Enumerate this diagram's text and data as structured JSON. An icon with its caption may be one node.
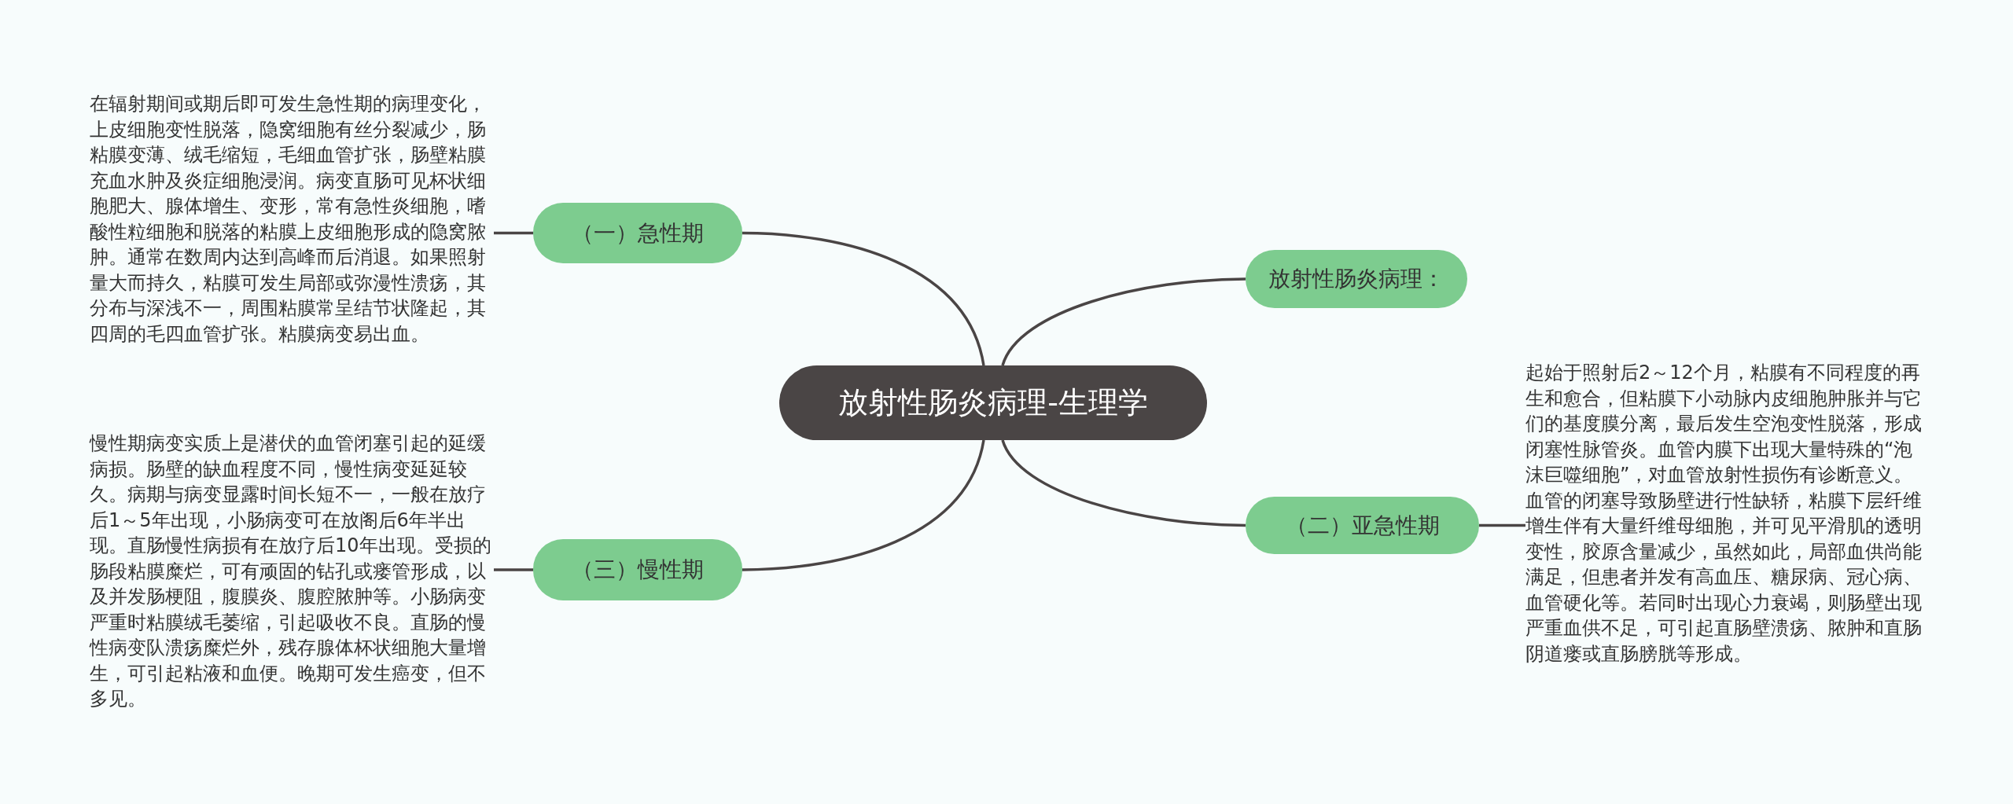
{
  "diagram": {
    "nodes": [
      {
        "text": [
          "放射性肠炎病理-生理学"
        ]
      },
      {
        "text": [
          "（一）急性期"
        ]
      },
      {
        "text": [
          "在辐射期间或期后即可发生急性期的病理变化，上皮细胞变性脱落，隐窝细胞有丝分裂减少，肠粘膜变薄、绒毛缩短，毛细血管扩张，肠壁粘膜充血水肿及炎症细胞浸润。病变直肠可见杯状细胞肥大、腺体增生、变形，常有急性炎细胞，嗜酸性粒细胞和脱落的粘膜上皮细胞形成的隐窝脓肿。通常在数周内达到高峰而后消退。如果照射量大而持久，粘膜可发生局部或弥漫性溃疡，其分布与深浅不一，周围粘膜常呈结节状隆起，其四周的毛四血管扩张。粘膜病变易出血。"
        ]
      },
      {
        "text": [
          "放射性肠炎病理："
        ]
      },
      {
        "text": [
          "（二）亚急性期"
        ]
      },
      {
        "text": [
          "起始于照射后2～12个月，粘膜有不同程度的再生和愈合，但粘膜下小动脉内皮细胞肿胀并与它们的基度膜分离，最后发生空泡变性脱落，形成闭塞性脉管炎。血管内膜下出现大量特殊的“泡沫巨噬细胞”，对血管放射性损伤有诊断意义。血管的闭塞导致肠壁进行性缺轿，粘膜下层纤维增生伴有大量纤维母细胞，并可见平滑肌的透明变性，胶原含量减少，虽然如此，局部血供尚能满足，但患者并发有高血压、糖尿病、冠心病、血管硬化等。若同时出现心力衰竭，则肠壁出现严重血供不足，可引起直肠壁溃疡、脓肿和直肠阴道瘘或直肠膀胱等形成。"
        ]
      },
      {
        "text": [
          "（三）慢性期"
        ]
      },
      {
        "text": [
          "慢性期病变实质上是潜伏的血管闭塞引起的延缓病损。肠壁的缺血程度不同，慢性病变延延较久。病期与病变显露时间长短不一，一般在放疗后1～5年出现，小肠病变可在放阁后6年半出现。直肠慢性病损有在放疗后10年出现。受损的肠段粘膜糜烂，可有顽固的钻孔或瘘管形成，以及并发肠梗阻，腹膜炎、腹腔脓肿等。小肠病变严重时粘膜绒毛萎缩，引起吸收不良。直肠的慢性病变队溃疡糜烂外，残存腺体杯状细胞大量增生，可引起粘液和血便。晚期可发生癌变，但不多见。"
        ]
      }
    ],
    "edges": [
      {
        "from": 0,
        "to": 1,
        "arrow": "none"
      },
      {
        "from": 1,
        "to": 2,
        "arrow": "none"
      },
      {
        "from": 0,
        "to": 3,
        "arrow": "none"
      },
      {
        "from": 0,
        "to": 4,
        "arrow": "none"
      },
      {
        "from": 4,
        "to": 5,
        "arrow": "none"
      },
      {
        "from": 0,
        "to": 6,
        "arrow": "none"
      },
      {
        "from": 6,
        "to": 7,
        "arrow": "none"
      }
    ]
  }
}
